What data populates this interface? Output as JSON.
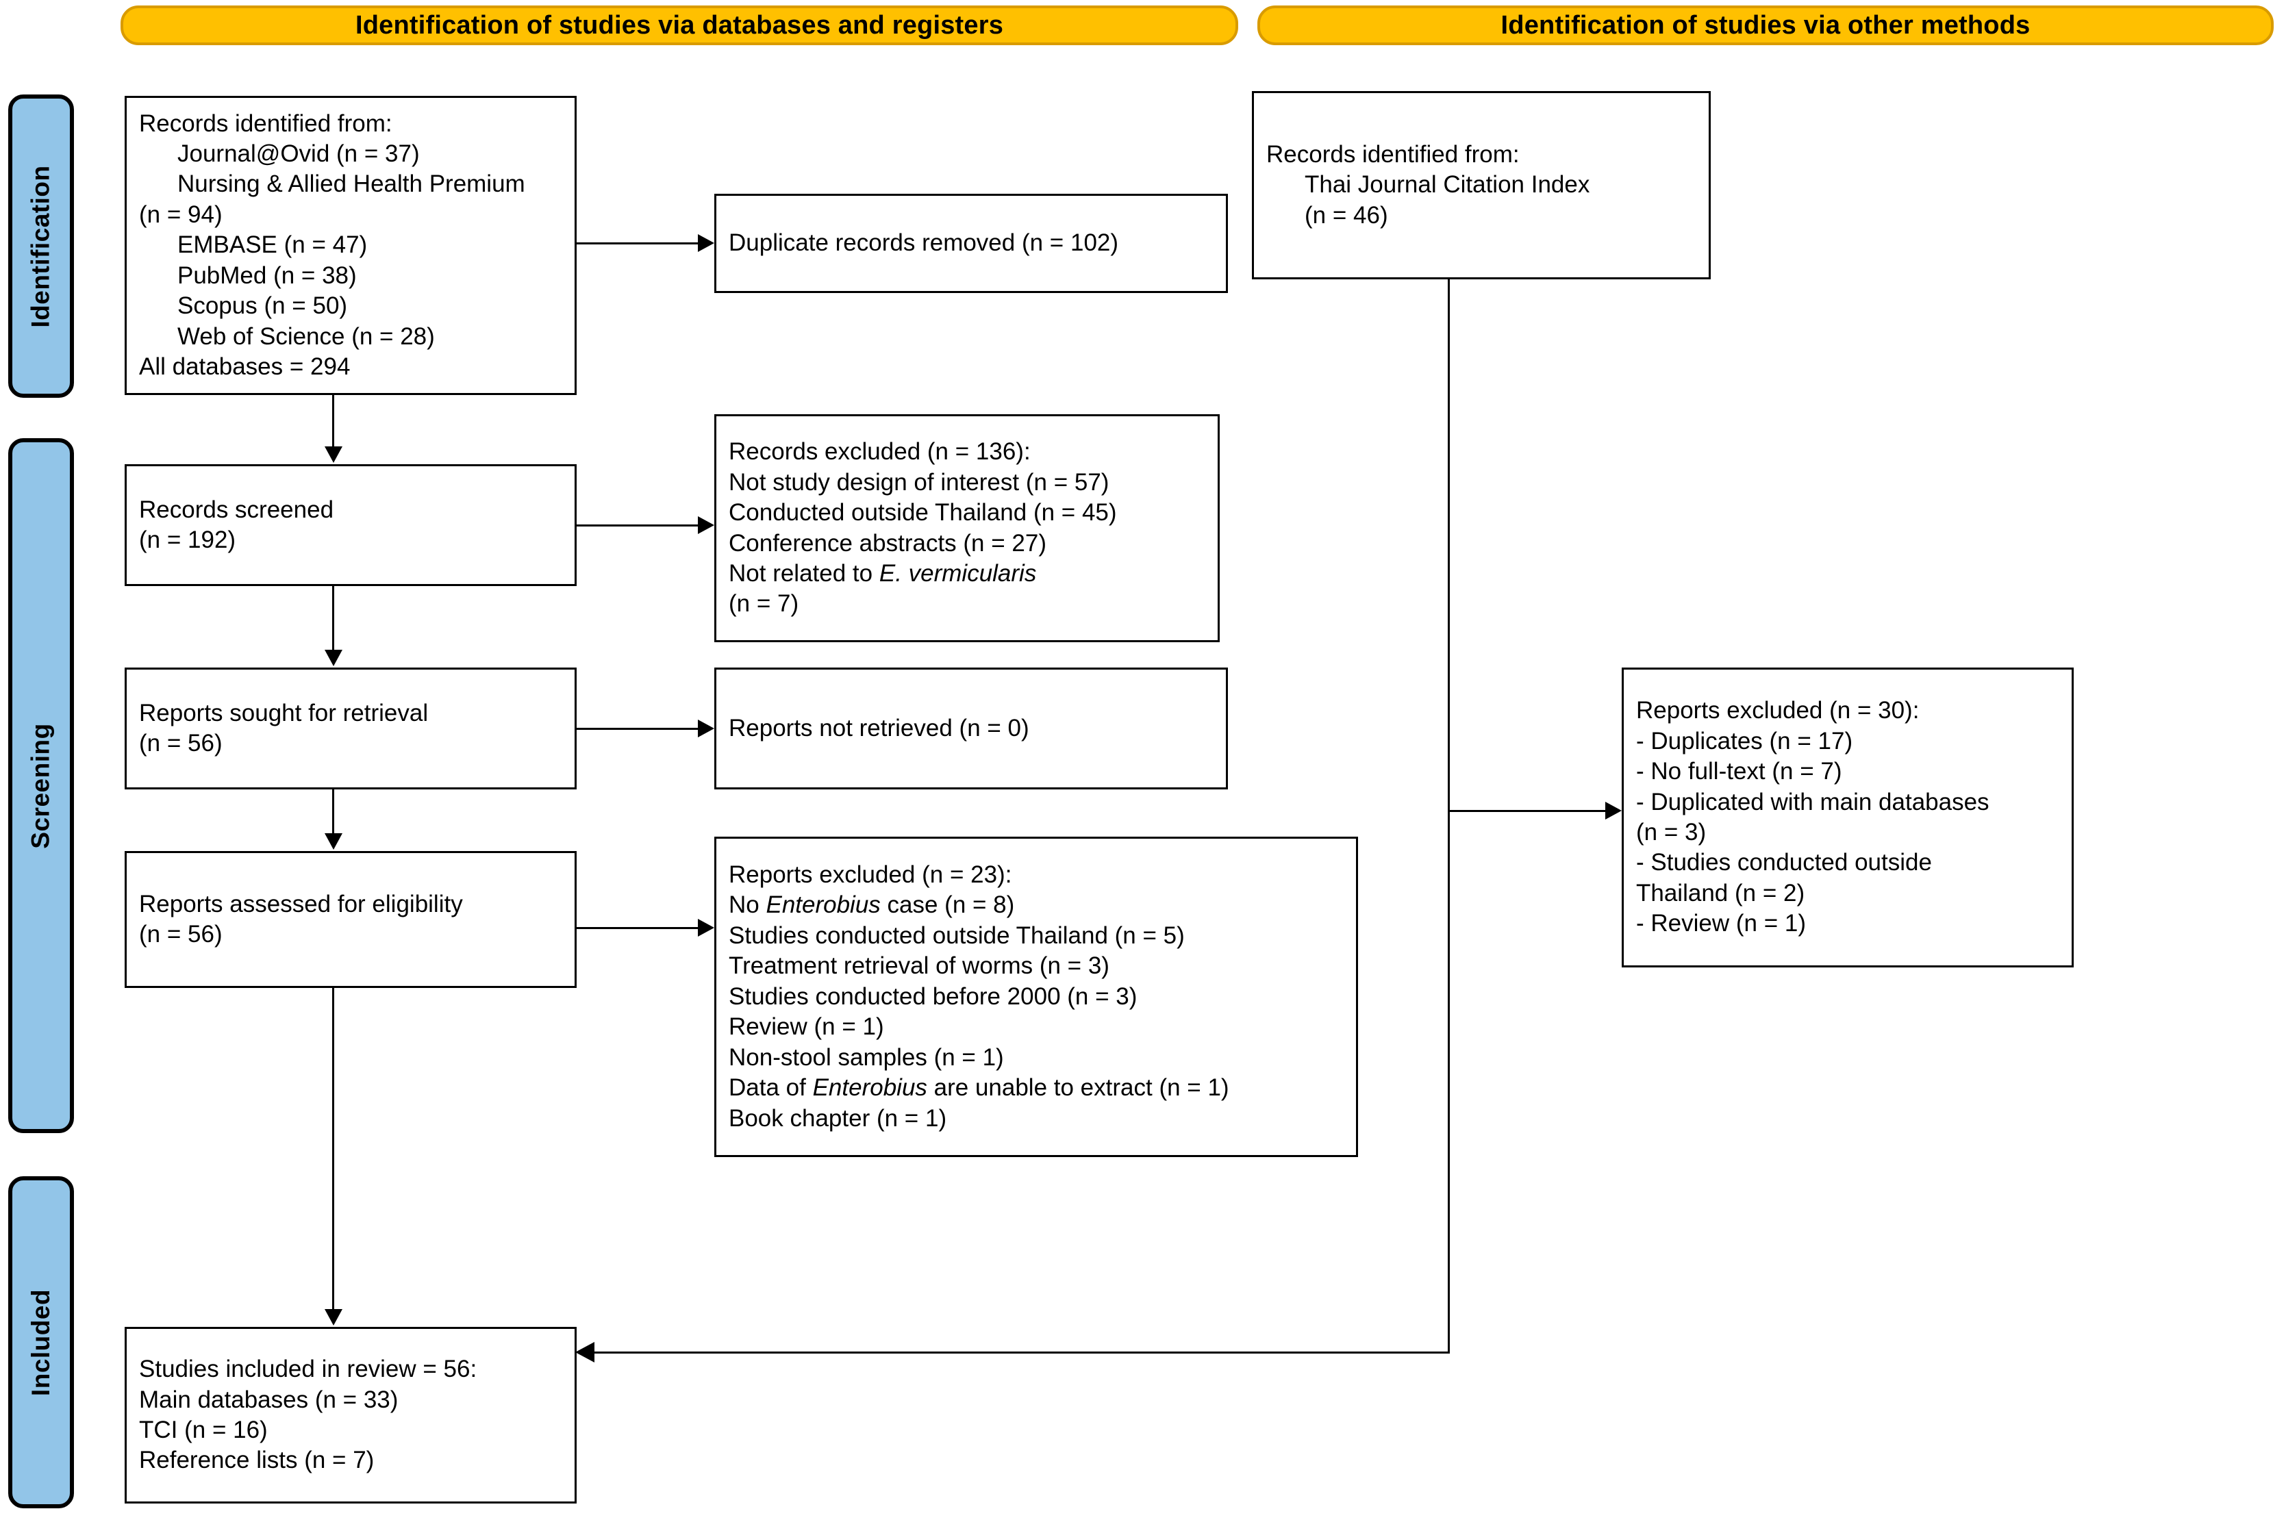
{
  "diagram": {
    "title": "PRISMA 2020 flow diagram",
    "colors": {
      "phase_header_fill": "#FFC000",
      "phase_header_border": "#D99B00",
      "stage_rail_fill": "#92C5E8",
      "box_border": "#000000",
      "page_background": "#FFFFFF"
    }
  },
  "headers": {
    "databases": "Identification of studies via databases and registers",
    "other_methods": "Identification of studies via other methods"
  },
  "stages": {
    "identification": "Identification",
    "screening": "Screening",
    "included": "Included"
  },
  "boxes": {
    "records_identified_db": {
      "lines": [
        "Records identified from:",
        "Journal@Ovid (n = 37)",
        "Nursing & Allied Health Premium",
        "(n = 94)",
        "EMBASE (n = 47)",
        "PubMed (n = 38)",
        "Scopus (n = 50)",
        "Web of Science (n = 28)",
        "All databases = 294"
      ]
    },
    "duplicates_removed": {
      "lines": [
        "Duplicate records removed (n = 102)"
      ]
    },
    "records_identified_other": {
      "lines": [
        "Records identified from:",
        "Thai Journal Citation Index",
        "(n = 46)"
      ]
    },
    "records_screened": {
      "lines": [
        "Records screened",
        "(n = 192)"
      ]
    },
    "records_excluded": {
      "lines": [
        "Records excluded (n = 136):",
        "Not study design of interest (n = 57)",
        "Conducted outside Thailand (n = 45)",
        "Conference abstracts (n = 27)",
        "Not related to E. vermicularis",
        "(n = 7)"
      ]
    },
    "reports_sought": {
      "lines": [
        "Reports sought for retrieval",
        "(n = 56)"
      ]
    },
    "reports_not_retrieved": {
      "lines": [
        "Reports not retrieved (n = 0)"
      ]
    },
    "reports_assessed": {
      "lines": [
        "Reports assessed for eligibility",
        "(n = 56)"
      ]
    },
    "reports_excluded_main": {
      "lines": [
        "Reports excluded (n = 23):",
        "No Enterobius case (n = 8)",
        "Studies conducted outside Thailand (n = 5)",
        "Treatment retrieval of worms (n = 3)",
        "Studies conducted before 2000 (n = 3)",
        "Review (n = 1)",
        "Non-stool samples (n = 1)",
        "Data of Enterobius are unable to extract (n = 1)",
        "Book chapter (n = 1)"
      ]
    },
    "reports_excluded_other": {
      "lines": [
        "Reports excluded (n = 30):",
        "- Duplicates (n = 17)",
        "- No full-text (n = 7)",
        "- Duplicated with main databases",
        "(n = 3)",
        "- Studies conducted outside",
        "Thailand (n = 2)",
        "- Review (n = 1)"
      ]
    },
    "studies_included": {
      "lines": [
        "Studies included in review = 56:",
        "Main databases (n = 33)",
        "TCI (n = 16)",
        "Reference lists (n = 7)"
      ]
    }
  }
}
